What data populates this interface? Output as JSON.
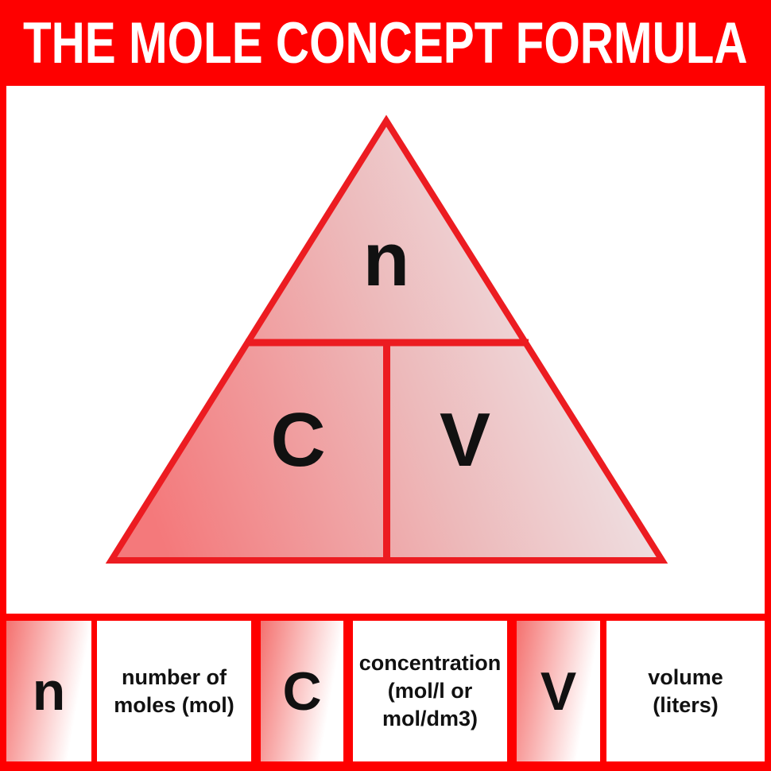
{
  "header": {
    "title": "THE MOLE CONCEPT FORMULA"
  },
  "triangle": {
    "top": "n",
    "bottom_left": "C",
    "bottom_right": "V"
  },
  "legend": {
    "items": [
      {
        "symbol": "n",
        "lines": [
          "number of",
          "moles (mol)"
        ]
      },
      {
        "symbol": "C",
        "lines": [
          "concentration",
          "(mol/l or",
          "mol/dm3)"
        ]
      },
      {
        "symbol": "V",
        "lines": [
          "volume",
          "(liters)"
        ]
      }
    ]
  },
  "colors": {
    "frame_red": "#fe0000",
    "line_red": "#ec1c21",
    "gradient_red": "#f4797b",
    "gradient_pink": "#edb9ba",
    "gradient_white": "#eff2f5",
    "legend_gradient_red": "#f4716f",
    "text_black": "#111111",
    "panel_white": "#ffffff",
    "title_white": "#ffffff"
  }
}
